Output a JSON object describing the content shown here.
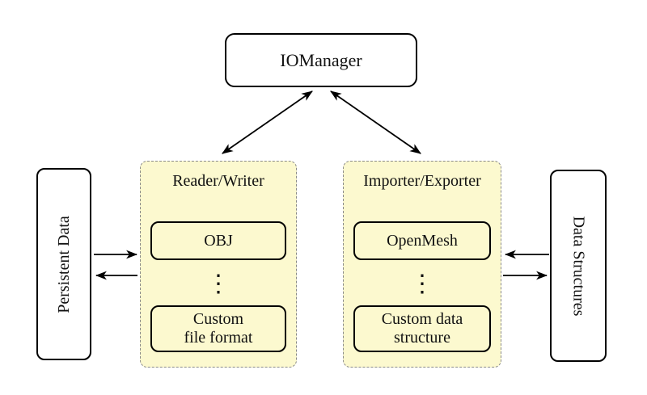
{
  "colors": {
    "container_fill": "#fcf9cf",
    "container_border": "#8a8a8a",
    "node_border": "#000000",
    "node_fill": "#ffffff",
    "arrow": "#000000"
  },
  "nodes": {
    "iomanager": {
      "label": "IOManager"
    },
    "persistent_data": {
      "label": "Persistent Data"
    },
    "data_structures": {
      "label": "Data Structures"
    }
  },
  "containers": {
    "reader_writer": {
      "title": "Reader/Writer",
      "items": [
        "OBJ",
        "⋮",
        "Custom\nfile format"
      ]
    },
    "importer_exporter": {
      "title": "Importer/Exporter",
      "items": [
        "OpenMesh",
        "⋮",
        "Custom data\nstructure"
      ]
    }
  },
  "edges": [
    {
      "from": "iomanager",
      "to": "reader_writer",
      "bidirectional": true
    },
    {
      "from": "iomanager",
      "to": "importer_exporter",
      "bidirectional": true
    },
    {
      "from": "persistent_data",
      "to": "reader_writer",
      "bidirectional": false
    },
    {
      "from": "reader_writer",
      "to": "persistent_data",
      "bidirectional": false
    },
    {
      "from": "data_structures",
      "to": "importer_exporter",
      "bidirectional": false
    },
    {
      "from": "importer_exporter",
      "to": "data_structures",
      "bidirectional": false
    }
  ]
}
